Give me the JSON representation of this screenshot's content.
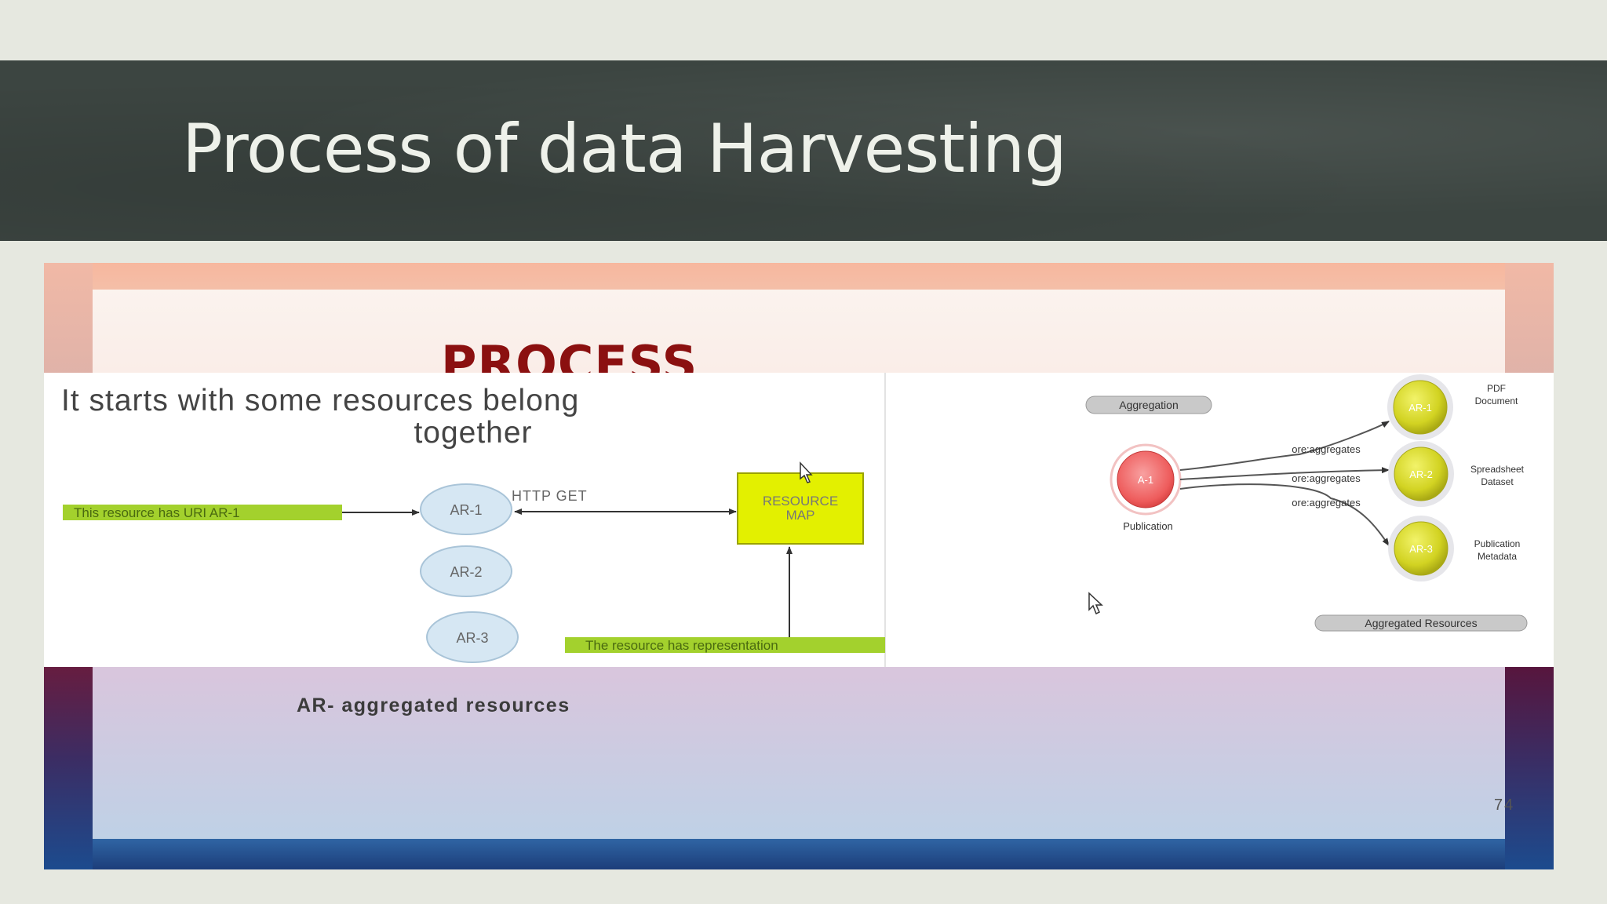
{
  "slide": {
    "title": "Process of data Harvesting",
    "heading": "PROCESS",
    "caption": "AR- aggregated resources",
    "page_number": "74"
  },
  "left_diagram": {
    "intro_line1": "It starts with some resources belong",
    "intro_line2": "together",
    "uri_label": "This resource has URI AR-1",
    "nodes": [
      "AR-1",
      "AR-2",
      "AR-3"
    ],
    "http_label": "HTTP GET",
    "resource_map_line1": "RESOURCE",
    "resource_map_line2": "MAP",
    "representation_label": "The resource has representation"
  },
  "right_diagram": {
    "aggregation_label": "Aggregation",
    "aggregation_node": "A-1",
    "publication_label": "Publication",
    "edge_label": "ore:aggregates",
    "resources": [
      {
        "node": "AR-1",
        "line1": "PDF",
        "line2": "Document"
      },
      {
        "node": "AR-2",
        "line1": "Spreadsheet",
        "line2": "Dataset"
      },
      {
        "node": "AR-3",
        "line1": "Publication",
        "line2": "Metadata"
      }
    ],
    "aggregated_resources_label": "Aggregated Resources"
  },
  "colors": {
    "banner": "#3c4541",
    "heading_red": "#8b1010",
    "uri_bar_green": "#a3d12d",
    "resource_map_yellow": "#e3f000",
    "node_blue": "#d6e7f3",
    "aggregation_red": "#f05f60",
    "resource_yellow": "#d6d82a"
  }
}
